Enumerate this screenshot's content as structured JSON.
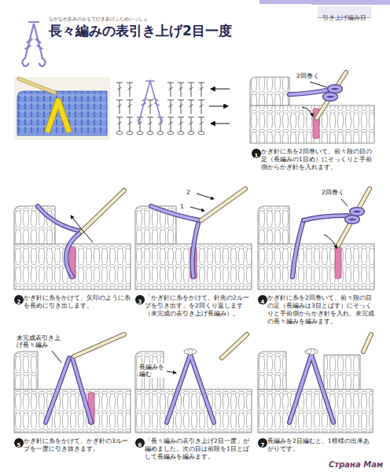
{
  "diagram": {
    "title": "長々編みの表引き上げ2目一度",
    "nodes": [
      {
        "text": [
          "引き上げ編み目"
        ]
      },
      {
        "text": [
          "1"
        ]
      },
      {
        "text": [
          "2"
        ]
      },
      {
        "text": [
          "3"
        ]
      },
      {
        "text": [
          "4"
        ]
      },
      {
        "text": [
          "5"
        ]
      },
      {
        "text": [
          "6"
        ]
      },
      {
        "text": [
          "7"
        ]
      }
    ],
    "labels": [
      "ながながあみのおもてひきあげふためいっしょ",
      "2回巻く",
      "かぎ針に糸を2回巻いて、前々段の目の足（長編みの1目め）にそっくりと手前側からかぎ針を入れます。",
      "かぎ針に糸をかけて、矢印のように糸を長めに引き出します。",
      "2",
      "1",
      "「かぎ針に糸をかけて、針先の2ループを引き出す」を2回くり返します（未完成の表引き上げ長編み）。",
      "2回巻く",
      "かぎ針に糸を2回巻いて、前々段の目の足（長編みは3目とばす）にそっくりと手前側からかぎ針を入れ、未完成の長々編みを編みます。",
      "未完成表引き上げ長々編み",
      "かぎ針に糸をかけて、かぎ針の3ループを一度に引き抜きます。",
      "長編みを編む",
      "「長々編みの表引き上げ2目一度」が編めました。次の目は前段を1目とばして長編みを編みます。",
      "長編みを2目編むと、1模様の出来あがりです。",
      "Страна Мам"
    ]
  }
}
